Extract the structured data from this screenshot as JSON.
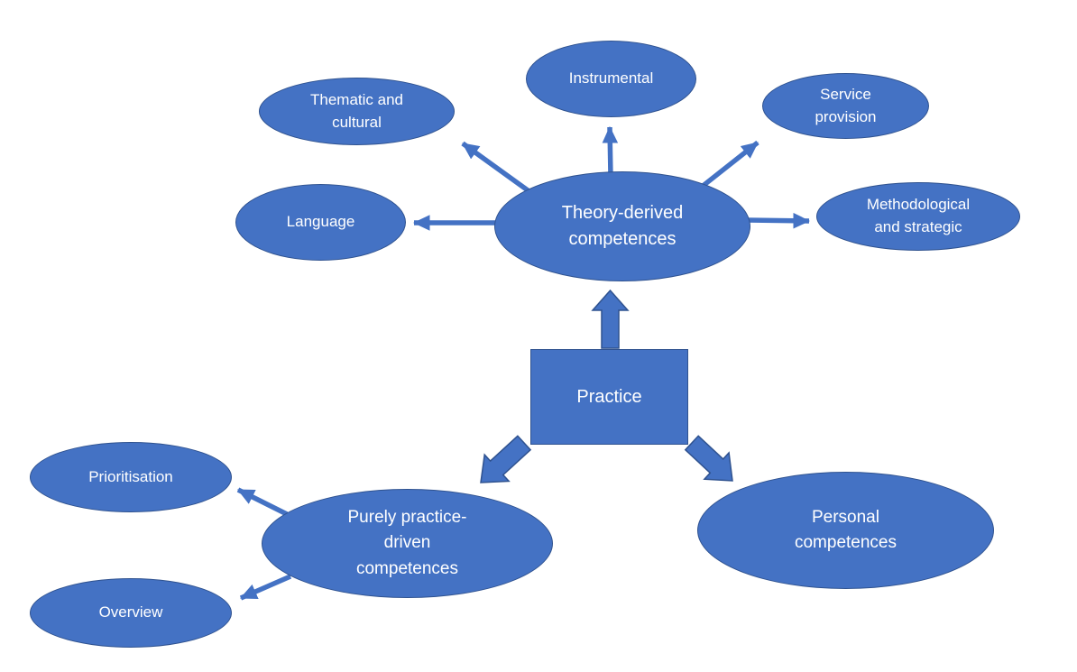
{
  "diagram": {
    "colors": {
      "shape_fill": "#4472C4",
      "shape_border": "#2F528F",
      "text_color": "#FFFFFF",
      "background": "#FFFFFF"
    },
    "nodes": {
      "thematic": {
        "label": "Thematic and\ncultural",
        "shape": "ellipse"
      },
      "instrumental": {
        "label": "Instrumental",
        "shape": "ellipse"
      },
      "service": {
        "label": "Service\nprovision",
        "shape": "ellipse"
      },
      "language": {
        "label": "Language",
        "shape": "ellipse"
      },
      "methodological": {
        "label": "Methodological\nand strategic",
        "shape": "ellipse"
      },
      "theory": {
        "label": "Theory-derived\ncompetences",
        "shape": "ellipse"
      },
      "practice": {
        "label": "Practice",
        "shape": "rectangle"
      },
      "purely": {
        "label": "Purely practice-\ndriven\ncompetences",
        "shape": "ellipse"
      },
      "personal": {
        "label": "Personal\ncompetences",
        "shape": "ellipse"
      },
      "prioritisation": {
        "label": "Prioritisation",
        "shape": "ellipse"
      },
      "overview": {
        "label": "Overview",
        "shape": "ellipse"
      }
    },
    "edges": [
      {
        "from": "Theory-derived competences",
        "to": "Thematic and cultural",
        "type": "line-arrow"
      },
      {
        "from": "Theory-derived competences",
        "to": "Instrumental",
        "type": "line-arrow"
      },
      {
        "from": "Theory-derived competences",
        "to": "Service provision",
        "type": "line-arrow"
      },
      {
        "from": "Theory-derived competences",
        "to": "Language",
        "type": "line-arrow"
      },
      {
        "from": "Theory-derived competences",
        "to": "Methodological and strategic",
        "type": "line-arrow"
      },
      {
        "from": "Practice",
        "to": "Theory-derived competences",
        "type": "block-arrow"
      },
      {
        "from": "Practice",
        "to": "Purely practice-driven competences",
        "type": "block-arrow"
      },
      {
        "from": "Practice",
        "to": "Personal competences",
        "type": "block-arrow"
      },
      {
        "from": "Purely practice-driven competences",
        "to": "Prioritisation",
        "type": "line-arrow"
      },
      {
        "from": "Purely practice-driven competences",
        "to": "Overview",
        "type": "line-arrow"
      }
    ]
  }
}
